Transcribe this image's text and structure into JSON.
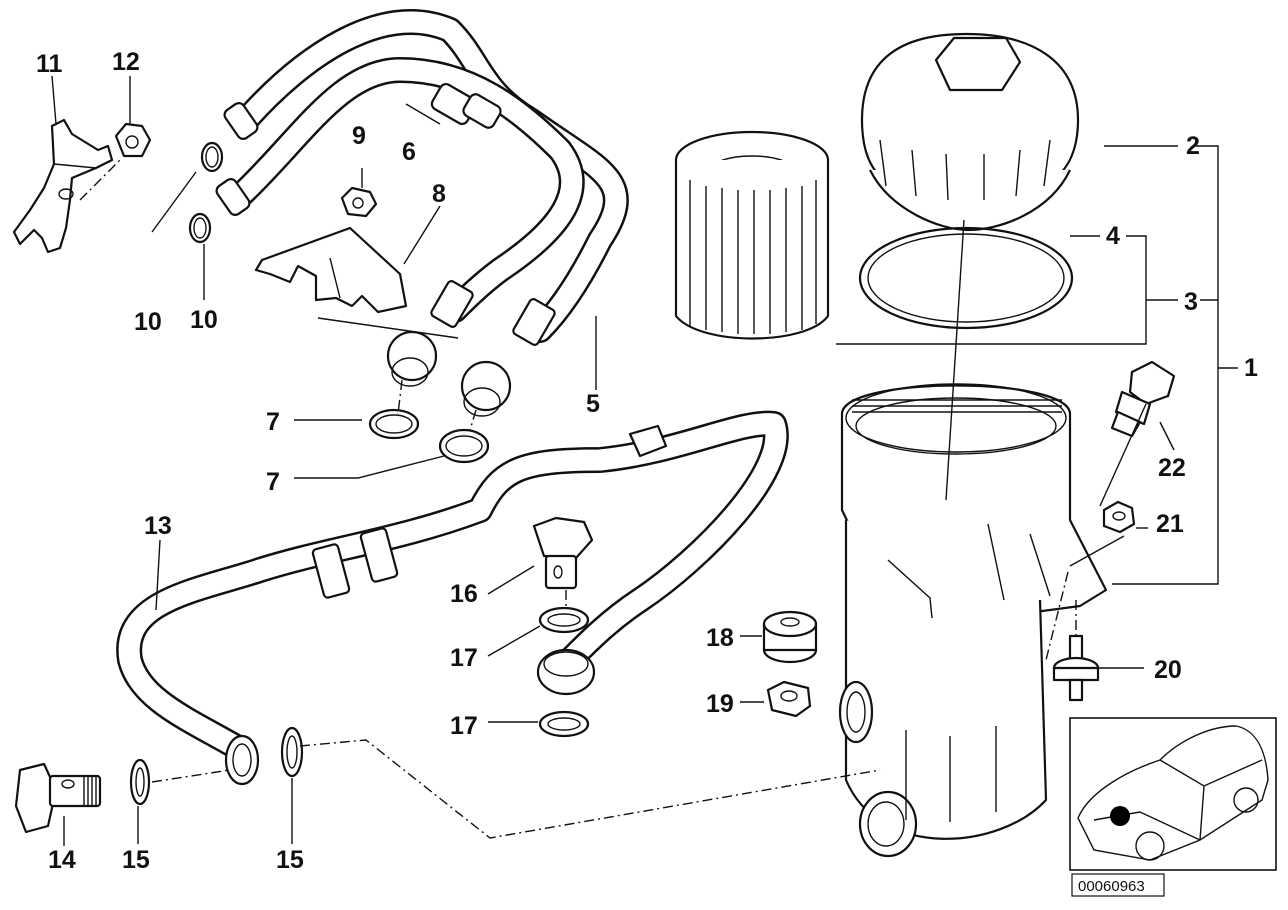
{
  "diagram": {
    "reference_number": "00060963",
    "callouts": [
      {
        "id": "c1",
        "label": "1"
      },
      {
        "id": "c2",
        "label": "2"
      },
      {
        "id": "c3",
        "label": "3"
      },
      {
        "id": "c4",
        "label": "4"
      },
      {
        "id": "c5",
        "label": "5"
      },
      {
        "id": "c6",
        "label": "6"
      },
      {
        "id": "c7a",
        "label": "7"
      },
      {
        "id": "c7b",
        "label": "7"
      },
      {
        "id": "c8",
        "label": "8"
      },
      {
        "id": "c9",
        "label": "9"
      },
      {
        "id": "c10a",
        "label": "10"
      },
      {
        "id": "c10b",
        "label": "10"
      },
      {
        "id": "c11",
        "label": "11"
      },
      {
        "id": "c12",
        "label": "12"
      },
      {
        "id": "c13",
        "label": "13"
      },
      {
        "id": "c14",
        "label": "14"
      },
      {
        "id": "c15a",
        "label": "15"
      },
      {
        "id": "c15b",
        "label": "15"
      },
      {
        "id": "c16",
        "label": "16"
      },
      {
        "id": "c17a",
        "label": "17"
      },
      {
        "id": "c17b",
        "label": "17"
      },
      {
        "id": "c18",
        "label": "18"
      },
      {
        "id": "c19",
        "label": "19"
      },
      {
        "id": "c20",
        "label": "20"
      },
      {
        "id": "c21",
        "label": "21"
      },
      {
        "id": "c22",
        "label": "22"
      }
    ]
  }
}
